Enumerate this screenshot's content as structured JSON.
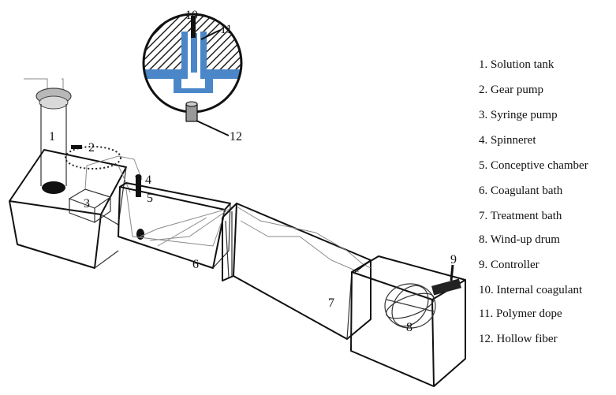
{
  "diagram": {
    "callouts": {
      "n1": "1",
      "n2": "2",
      "n3": "3",
      "n4": "4",
      "n5": "5",
      "n6": "6",
      "n7": "7",
      "n8": "8",
      "n9": "9",
      "n10": "10",
      "n11": "11",
      "n12": "12"
    },
    "legend": [
      "1. Solution tank",
      "2. Gear pump",
      "3. Syringe pump",
      "4. Spinneret",
      "5. Conceptive chamber",
      "6. Coagulant bath",
      "7. Treatment bath",
      "8. Wind-up drum",
      "9. Controller",
      "10. Internal coagulant",
      "11. Polymer dope",
      "12. Hollow fiber"
    ],
    "colors": {
      "spinneret_blue": "#4a86c8",
      "hatch": "#222222",
      "tank_cap": "#b8b8b8"
    }
  }
}
